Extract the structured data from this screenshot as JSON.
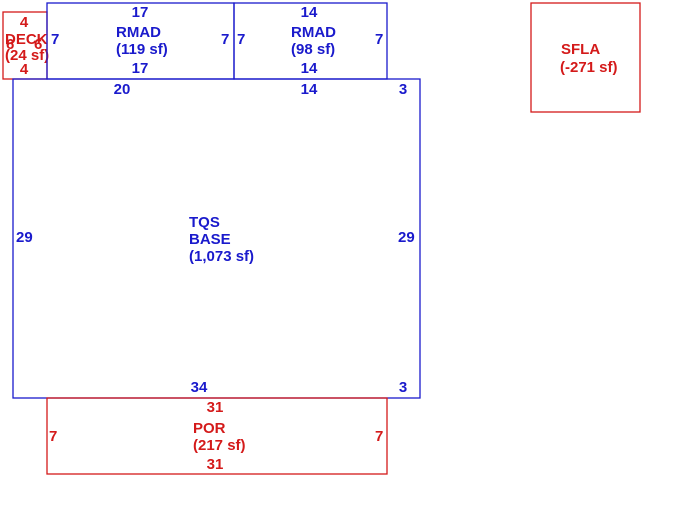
{
  "colors": {
    "base": "#1a1acc",
    "exterior": "#d41a1a"
  },
  "areas": {
    "rmad_left": {
      "code": "RMAD",
      "area": "(119 sf)",
      "top": "17",
      "bottom": "17",
      "left": "7",
      "right": "7"
    },
    "rmad_right": {
      "code": "RMAD",
      "area": "(98 sf)",
      "top": "14",
      "bottom": "14",
      "left": "7",
      "right": "7"
    },
    "deck": {
      "code": "DECK",
      "area": "(24 sf)",
      "top": "4",
      "bottom": "4",
      "left": "6",
      "right": "6"
    },
    "base": {
      "code_line1": "TQS",
      "code_line2": "BASE",
      "area": "(1,073 sf)",
      "top_left": "20",
      "top_mid": "14",
      "top_right": "3",
      "left": "29",
      "right": "29",
      "bottom": "34",
      "bottom_right": "3"
    },
    "por": {
      "code": "POR",
      "area": "(217 sf)",
      "top": "31",
      "bottom": "31",
      "left": "7",
      "right": "7"
    },
    "sfla": {
      "code": "SFLA",
      "area": "(-271 sf)"
    }
  }
}
